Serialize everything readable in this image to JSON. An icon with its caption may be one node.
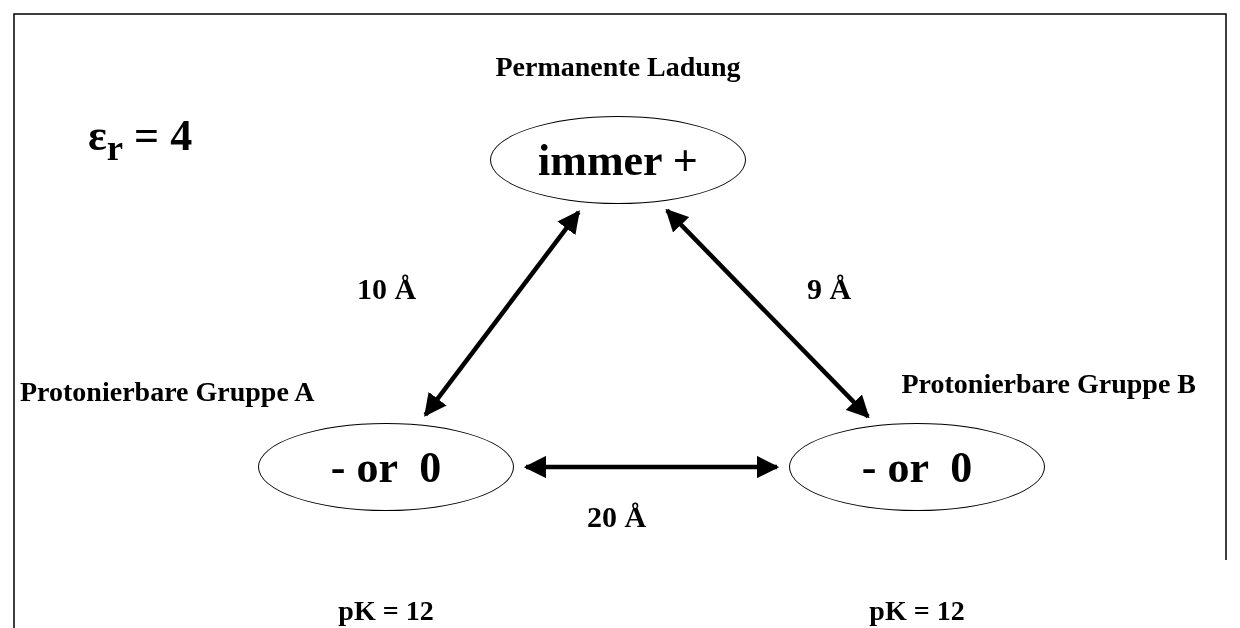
{
  "diagram": {
    "nodes": [
      {
        "text": [
          "immer +"
        ],
        "beside": [
          "Permanente Ladung"
        ]
      },
      {
        "text": [
          "- or  0"
        ],
        "beside": [
          "Protonierbare Gruppe A",
          "pK = 12"
        ]
      },
      {
        "text": [
          "- or  0"
        ],
        "beside": [
          "Protonierbare Gruppe B",
          "pK = 12"
        ]
      }
    ],
    "edges": [
      {
        "from": 1,
        "to": 0,
        "arrow": "both",
        "label": "10 Å"
      },
      {
        "from": 0,
        "to": 2,
        "arrow": "both",
        "label": "9 Å"
      },
      {
        "from": 1,
        "to": 2,
        "arrow": "both",
        "label": "20 Å"
      }
    ],
    "labels": [
      "ε$_{r}$ = 4"
    ]
  }
}
